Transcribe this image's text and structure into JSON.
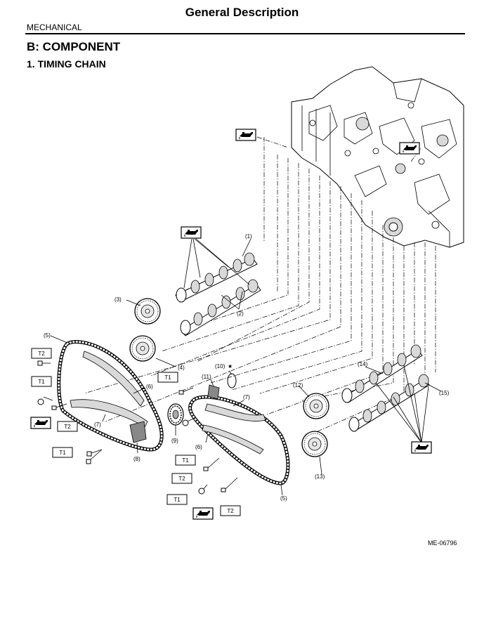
{
  "header": {
    "title": "General Description",
    "section_label": "MECHANICAL"
  },
  "headings": {
    "section": "B:  COMPONENT",
    "subsection": "1.  TIMING CHAIN"
  },
  "callouts": {
    "c1": "(1)",
    "c2": "(2)",
    "c3": "(3)",
    "c4": "(4)",
    "c5a": "(5)",
    "c5b": "(5)",
    "c6a": "(6)",
    "c6b": "(6)",
    "c7a": "(7)",
    "c7b": "(7)",
    "c8": "(8)",
    "c9": "(9)",
    "c10": "(10)",
    "c10_star": "★",
    "c11": "(11)",
    "c12": "(12)",
    "c13": "(13)",
    "c14": "(14)",
    "c15": "(15)"
  },
  "torque_labels": {
    "t2_a": "T2",
    "t1_a": "T1",
    "t2_b": "T2",
    "t1_b": "T1",
    "t1_c": "T1",
    "t1_d": "T1",
    "t2_c": "T2",
    "t1_e": "T1",
    "t2_d": "T2"
  },
  "icons": {
    "lubrication": "oil-can-icon"
  },
  "figure_code": "ME-06796"
}
